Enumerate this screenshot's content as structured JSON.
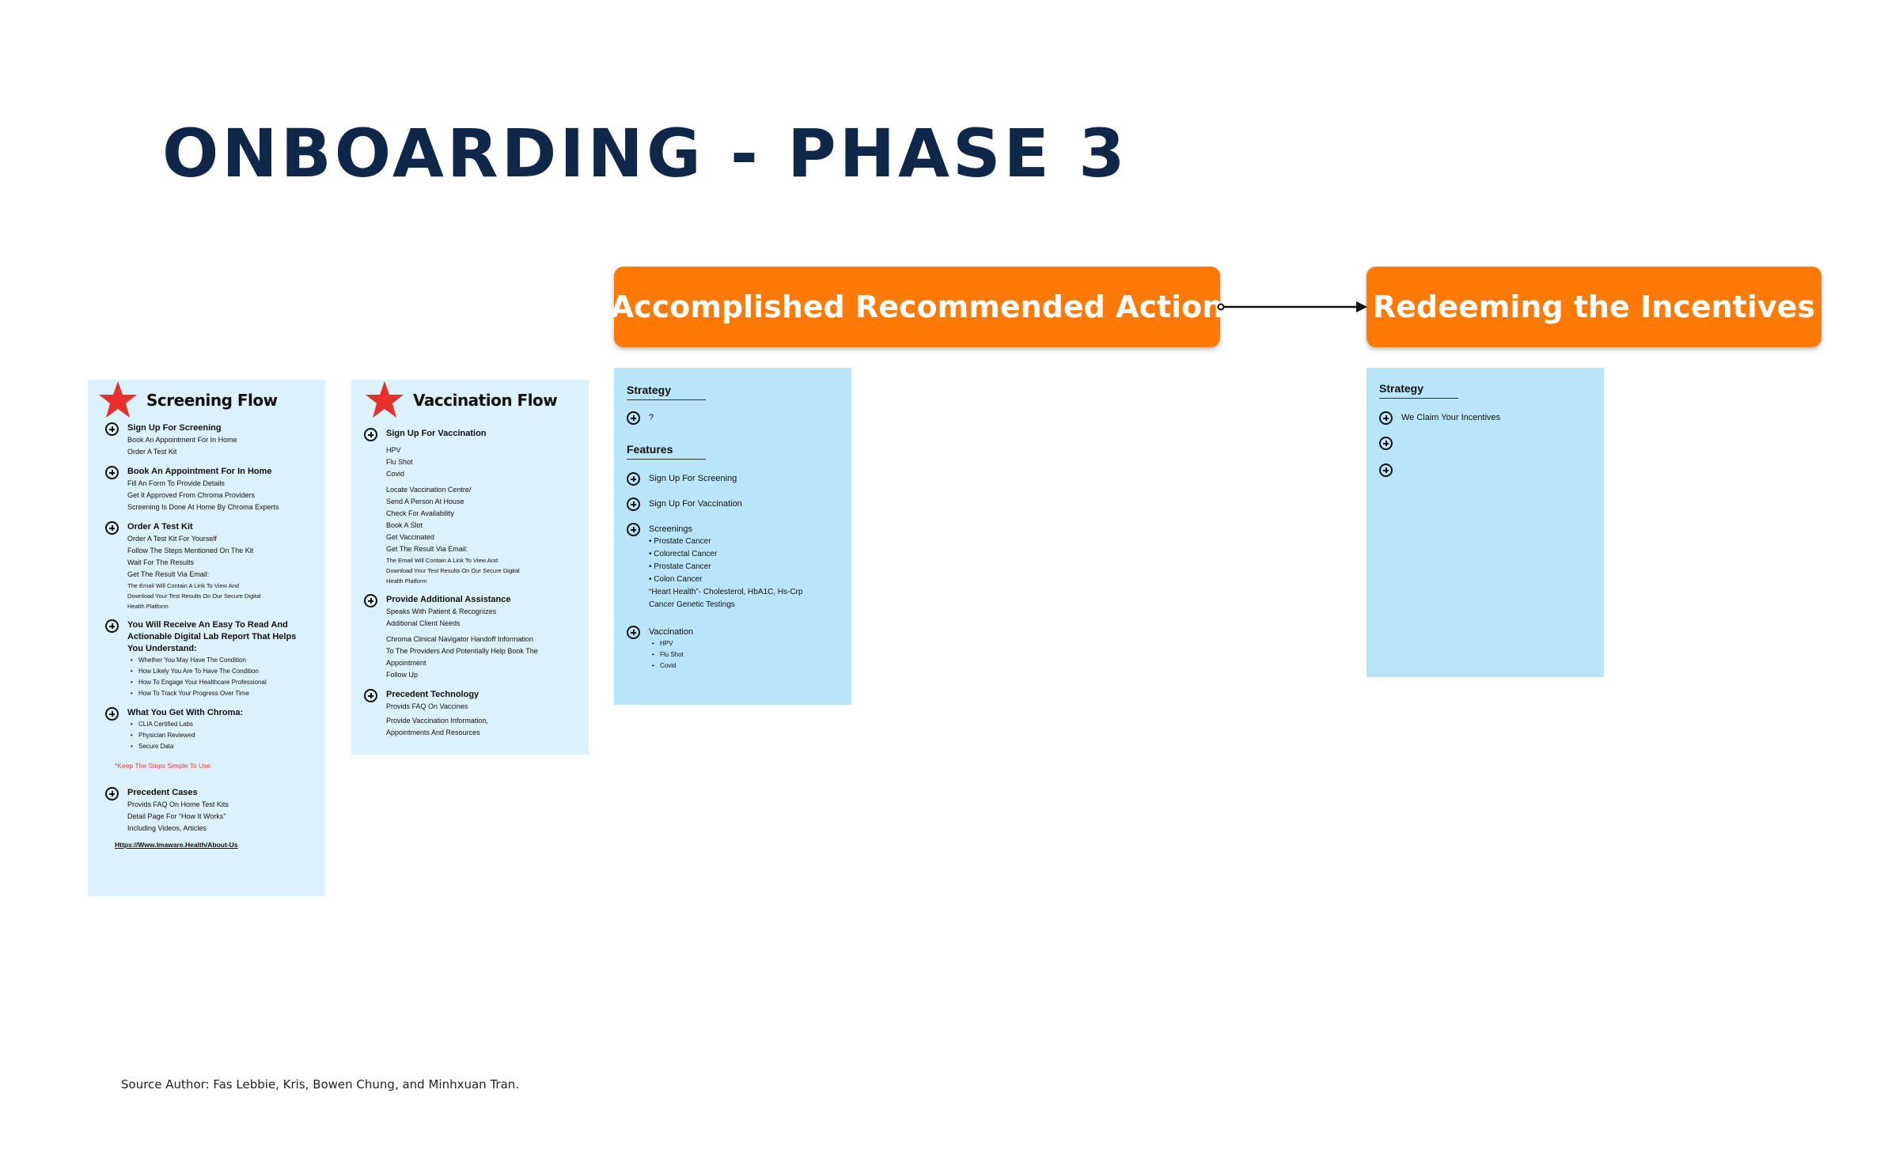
{
  "title": "ONBOARDING - PHASE 3",
  "stages": {
    "action": "Accomplished Recommended Action",
    "redeem": "Redeeming the Incentives"
  },
  "colors": {
    "accent": "#ff7a05",
    "title": "#0f2748",
    "card_light": "#dbf1fb",
    "card_blue": "#b8e6f8",
    "star": "#e8302a"
  },
  "screening": {
    "title": "Screening Flow",
    "s1": {
      "head": "Sign Up For Screening",
      "l1": "Book An Appointment For In Home",
      "l2": "Order A Test Kit"
    },
    "s2": {
      "head": "Book An Appointment For In Home",
      "l1": "Fill An Form To Provide Details",
      "l2": "Get It Approved From Chroma Providers",
      "l3": "Screening Is Done At Home By Chroma Experts"
    },
    "s3": {
      "head": "Order A Test Kit",
      "l1": "Order A Test Kit For Yourself",
      "l2": "Follow The Steps Mentioned On The Kit",
      "l3": "Wait For The Results",
      "l4": "Get The Result Via Email:",
      "l5": "The Email Will Contain A Link To View And",
      "l6": "Download Your Test Results On Our Secure Digital",
      "l7": "Health Platform"
    },
    "s4": {
      "head1": "You Will Receive An Easy To Read And",
      "head2": "Actionable Digital Lab Report That Helps",
      "head3": "You Understand:",
      "b1": "Whether You May Have The Condition",
      "b2": "How Likely You Are To Have The Condition",
      "b3": "How To Engage Your Healthcare Professional",
      "b4": "How To Track Your Progress Over Time"
    },
    "s5": {
      "head": "What You Get With Chroma:",
      "b1": "CLIA Certified Labs",
      "b2": "Physician Reviewed",
      "b3": "Secure Data"
    },
    "note": "*Keep The Steps Simple To Use",
    "s6": {
      "head": "Precedent Cases",
      "l1": "Provids FAQ On Home Test Kits",
      "l2": "Detail Page For “How It Works”",
      "l3": "Including Videos, Articles"
    },
    "link": "Https://Www.Imaware.Health/About-Us"
  },
  "vaccination": {
    "title": "Vaccination Flow",
    "s1": {
      "head": "Sign Up For Vaccination",
      "l1": "HPV",
      "l2": "Flu Shot",
      "l3": "Covid",
      "l4": "Locate Vaccination Centre/",
      "l5": "Send A Person At House",
      "l6": "Check For Availability",
      "l7": "Book A Slot",
      "l8": "Get Vaccinated",
      "l9": "Get The Result Via Email:",
      "l10": "The Email Will Contain A Link To View And",
      "l11": "Download Your Test Results On Our Secure Digital",
      "l12": "Health Platform"
    },
    "s2": {
      "head": "Provide Additional Assistance",
      "l1": "Speaks With Patient & Recognizes",
      "l2": "Additional Client Needs",
      "l3": "Chroma Clinical Navigator Handoff Information",
      "l4": "To The Providers And Potentially Help Book The",
      "l5": "Appointment",
      "l6": "Follow Up"
    },
    "s3": {
      "head": "Precedent Technology",
      "l1": "Provids FAQ On Vaccines",
      "l2": "Provide Vaccination Information,",
      "l3": "Appointments And Resources"
    }
  },
  "action_card": {
    "strategy": "Strategy",
    "strategy_item": "?",
    "features": "Features",
    "f1": "Sign Up For Screening",
    "f2": "Sign Up For Vaccination",
    "f3": {
      "head": "Screenings",
      "l1": "• Prostate Cancer",
      "l2": "• Colorectal Cancer",
      "l3": "• Prostate Cancer",
      "l4": "• Colon Cancer",
      "l5": "“Heart Health”- Cholesterol, HbA1C, Hs-Crp",
      "l6": "Cancer Genetic Testings"
    },
    "f4": {
      "head": "Vaccination",
      "b1": "HPV",
      "b2": "Flu Shot",
      "b3": "Covid"
    }
  },
  "redeem_card": {
    "strategy": "Strategy",
    "item1": "We Claim Your Incentives"
  },
  "source": "Source Author: Fas Lebbie, Kris, Bowen Chung, and Minhxuan Tran."
}
